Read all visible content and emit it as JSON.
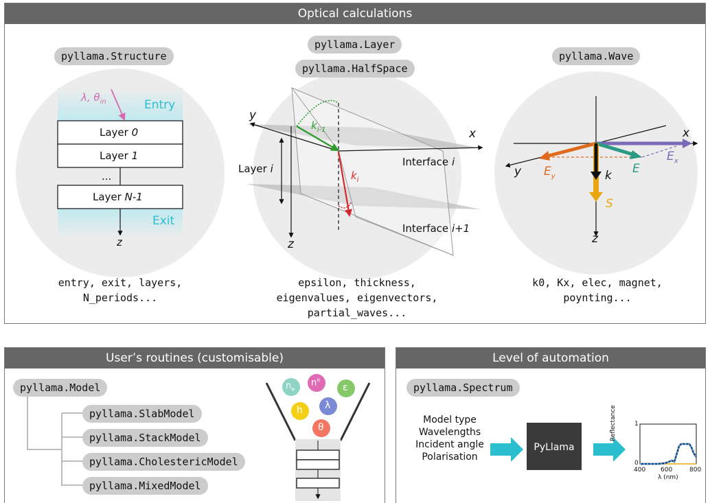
{
  "top_panel": {
    "title": "Optical calculations",
    "structure": {
      "label": "pyllama.Structure",
      "entry_param": "λ, θ",
      "entry_param_sub": "in",
      "entry": "Entry",
      "exit": "Exit",
      "layers": [
        "Layer ",
        "Layer ",
        "...",
        "Layer "
      ],
      "layer_idx": [
        "0",
        "1",
        "",
        "N-1"
      ],
      "axis_z": "z",
      "attributes": "entry, exit, layers,\nN_periods..."
    },
    "layer": {
      "label1": "pyllama.Layer",
      "label2": "pyllama.HalfSpace",
      "axis_y": "y",
      "axis_x": "x",
      "axis_z": "z",
      "k_prev": "k",
      "k_prev_sub": "i-1",
      "k_cur": "k",
      "k_cur_sub": "i",
      "layer_i": "Layer ",
      "layer_i_idx": "i",
      "interface_i": "Interface ",
      "interface_i_idx": "i",
      "interface_i1": "Interface ",
      "interface_i1_idx": "i+1",
      "attributes": "epsilon, thickness,\neigenvalues, eigenvectors,\npartial_waves..."
    },
    "wave": {
      "label": "pyllama.Wave",
      "axis_x": "x",
      "axis_y": "y",
      "axis_z": "z",
      "ex": "E",
      "ex_sub": "x",
      "ey": "E",
      "ey_sub": "y",
      "e": "E",
      "k": "k",
      "s": "S",
      "attributes": "k0, Kx, elec, magnet,\npoynting..."
    }
  },
  "left_panel": {
    "title": "User’s routines (customisable)",
    "root": "pyllama.Model",
    "children": [
      "pyllama.SlabModel",
      "pyllama.StackModel",
      "pyllama.CholestericModel",
      "pyllama.MixedModel"
    ],
    "funnel_symbols": [
      "n",
      "n",
      "ε",
      "h",
      "λ",
      "θ"
    ],
    "funnel_subs": [
      "e",
      "o",
      "",
      "",
      "",
      ""
    ]
  },
  "right_panel": {
    "title": "Level of automation",
    "spectrum_label": "pyllama.Spectrum",
    "inputs": [
      "Model type",
      "Wavelengths",
      "Incident angle",
      "Polarisation"
    ],
    "engine": "PyLlama",
    "plot": {
      "ylabel": "Reflectance",
      "xlabel": "λ (nm)",
      "yticks": [
        "0",
        "1"
      ],
      "xticks": [
        "400",
        "600",
        "800"
      ]
    }
  },
  "colors": {
    "header": "#666666",
    "pill": "#cccccc",
    "cyan": "#29bfcf",
    "magenta": "#d66ab0",
    "green": "#2e9d2e",
    "red": "#d4282e",
    "orange": "#e06a1c",
    "purple": "#7a6ab8",
    "teal": "#2a9a82",
    "gold": "#e8a613"
  }
}
